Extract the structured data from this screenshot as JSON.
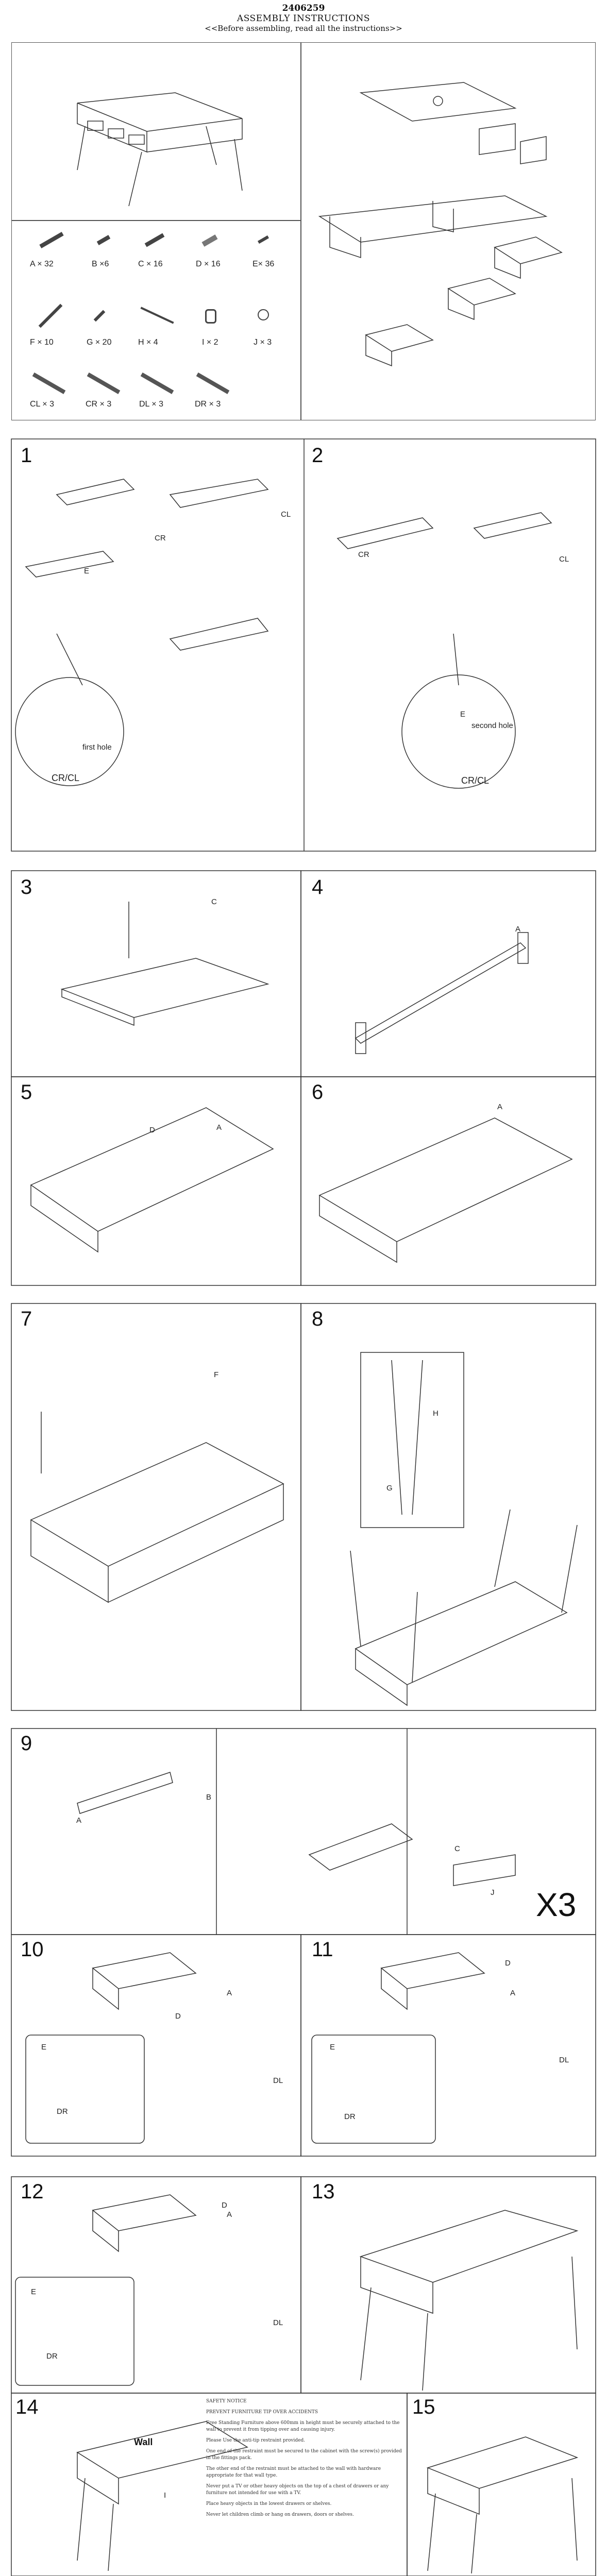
{
  "header": {
    "model": "2406259",
    "title": "ASSEMBLY INSTRUCTIONS",
    "subtitle": "<<Before assembling, read all the instructions>>"
  },
  "hardware": [
    {
      "label": "A × 32",
      "icon": "screw-icon"
    },
    {
      "label": "B ×6",
      "icon": "short-screw-icon"
    },
    {
      "label": "C × 16",
      "icon": "cam-bolt-icon"
    },
    {
      "label": "D × 16",
      "icon": "dowel-icon"
    },
    {
      "label": "E× 36",
      "icon": "small-screw-icon"
    },
    {
      "label": "F × 10",
      "icon": "long-screw-icon"
    },
    {
      "label": "G × 20",
      "icon": "washer-screw-icon"
    },
    {
      "label": "H × 4",
      "icon": "leg-icon"
    },
    {
      "label": "I × 2",
      "icon": "hook-icon"
    },
    {
      "label": "J × 3",
      "icon": "knob-icon"
    },
    {
      "label": "CL × 3",
      "icon": "rail-icon"
    },
    {
      "label": "CR × 3",
      "icon": "rail-icon"
    },
    {
      "label": "DL × 3",
      "icon": "rail-icon"
    },
    {
      "label": "DR × 3",
      "icon": "rail-icon"
    }
  ],
  "steps": {
    "s1": {
      "num": "1",
      "cr": "CR",
      "cl": "CL",
      "e": "E",
      "hole": "first hole",
      "crcl": "CR/CL"
    },
    "s2": {
      "num": "2",
      "cr": "CR",
      "cl": "CL",
      "e": "E",
      "hole": "second hole",
      "crcl": "CR/CL"
    },
    "s3": {
      "num": "3",
      "c": "C"
    },
    "s4": {
      "num": "4",
      "a": "A"
    },
    "s5": {
      "num": "5",
      "a": "A",
      "d": "D"
    },
    "s6": {
      "num": "6",
      "a": "A"
    },
    "s7": {
      "num": "7",
      "f": "F"
    },
    "s8": {
      "num": "8",
      "g": "G",
      "h": "H"
    },
    "s9": {
      "num": "9",
      "a": "A",
      "b": "B",
      "c": "C",
      "j": "J",
      "x3": "X3"
    },
    "s10": {
      "num": "10",
      "dr": "DR",
      "dl": "DL",
      "e": "E",
      "a": "A",
      "d": "D"
    },
    "s11": {
      "num": "11",
      "dr": "DR",
      "dl": "DL",
      "e": "E",
      "a": "A",
      "d": "D"
    },
    "s12": {
      "num": "12",
      "dr": "DR",
      "dl": "DL",
      "e": "E",
      "a": "A",
      "d": "D"
    },
    "s13": {
      "num": "13"
    },
    "s14": {
      "num": "14",
      "wall": "Wall",
      "i": "I"
    },
    "s15": {
      "num": "15"
    }
  },
  "safety": {
    "heading": "SAFETY NOTICE",
    "sub": "PREVENT FURNITURE TIP OVER ACCIDENTS",
    "paras": [
      "Free Standing Furniture above 600mm in height must be securely attached to the wall to prevent it from tipping over and causing injury.",
      "Please Use the anti-tip restraint provided.",
      "One end of the restraint must be secured to the cabinet with the screw(s) provided in the fittings pack.",
      "The other end of the restraint must be attached to the wall with hardware appropriate for that wall type.",
      "Never put a TV or other heavy objects on the top of a chest of drawers or any furniture not intended for use with a TV.",
      "Place heavy objects in the lowest drawers or shelves.",
      "Never let children climb or hang on drawers, doors or shelves."
    ]
  }
}
